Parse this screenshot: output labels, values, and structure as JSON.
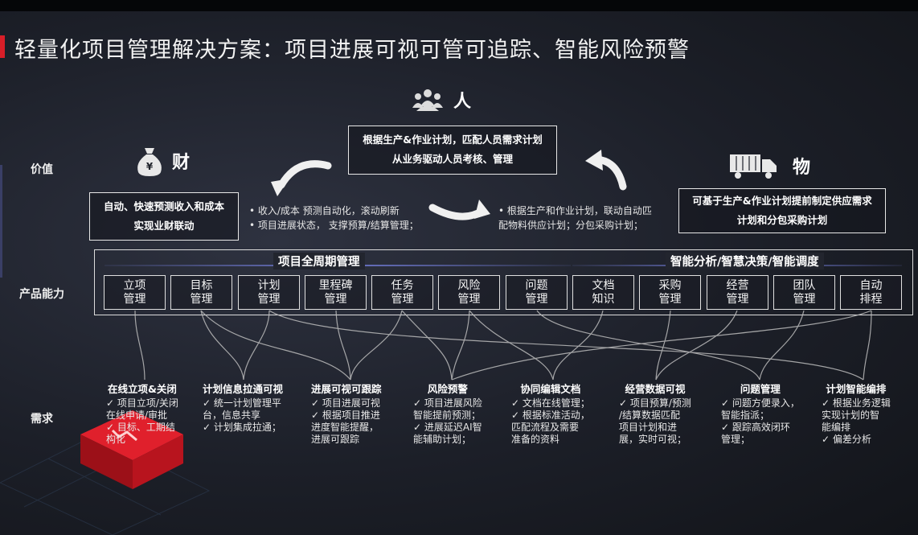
{
  "title": "轻量化项目管理解决方案：项目进展可视可管可追踪、智能风险预警",
  "row_labels": {
    "value": "价值",
    "capability": "产品能力",
    "needs": "需求"
  },
  "pillars": {
    "people": {
      "label": "人",
      "icon": "people-icon",
      "box_lines": [
        "根据生产&作业计划，匹配人员需求计划",
        "从业务驱动人员考核、管理"
      ]
    },
    "finance": {
      "label": "财",
      "icon": "money-bag-icon",
      "box_lines": [
        "自动、快速预测收入和成本",
        "实现业财联动"
      ],
      "bullets": [
        "•  收入/成本 预测自动化，滚动刷新",
        "•  项目进展状态， 支撑预算/结算管理；"
      ]
    },
    "materials": {
      "label": "物",
      "icon": "truck-icon",
      "box_lines": [
        "可基于生产&作业计划提前制定供应需求",
        "计划和分包采购计划"
      ],
      "bullets": [
        "•  根据生产和作业计划，联动自动匹",
        "    配物料供应计划；分包采购计划；"
      ]
    }
  },
  "sections": {
    "lifecycle": "项目全周期管理",
    "intelligence": "智能分析/智慧决策/智能调度"
  },
  "capabilities": [
    [
      "立项",
      "管理"
    ],
    [
      "目标",
      "管理"
    ],
    [
      "计划",
      "管理"
    ],
    [
      "里程碑",
      "管理"
    ],
    [
      "任务",
      "管理"
    ],
    [
      "风险",
      "管理"
    ],
    [
      "问题",
      "管理"
    ],
    [
      "文档",
      "知识"
    ],
    [
      "采购",
      "管理"
    ],
    [
      "经营",
      "管理"
    ],
    [
      "团队",
      "管理"
    ],
    [
      "自动",
      "排程"
    ]
  ],
  "needs": [
    {
      "title": "在线立项&关闭",
      "items": [
        "✓ 项目立项/关闭",
        "   在线申请/审批",
        "✓ 目标、工期结",
        "   构化"
      ]
    },
    {
      "title": "计划信息拉通可视",
      "items": [
        "✓ 统一计划管理平",
        "   台，信息共享",
        "✓ 计划集成拉通；"
      ]
    },
    {
      "title": "进展可视可跟踪",
      "items": [
        "✓ 项目进展可视",
        "✓ 根据项目推进",
        "   进度智能提醒，",
        "   进展可跟踪"
      ]
    },
    {
      "title": "风险预警",
      "items": [
        "✓ 项目进展风险",
        "   智能提前预测；",
        "✓ 进展延迟AI智",
        "   能辅助计划；"
      ]
    },
    {
      "title": "协同编辑文档",
      "items": [
        "✓ 文档在线管理；",
        "✓ 根据标准活动，",
        "   匹配流程及需要",
        "   准备的资料"
      ]
    },
    {
      "title": "经营数据可视",
      "items": [
        "✓ 项目预算/预测",
        "   /结算数据匹配",
        "   项目计划和进",
        "   展，实时可视；"
      ]
    },
    {
      "title": "问题管理",
      "items": [
        "✓ 问题方便录入，",
        "   智能指派；",
        "✓ 跟踪高效闭环",
        "   管理；"
      ]
    },
    {
      "title": "计划智能编排",
      "items": [
        "✓ 根据业务逻辑",
        "   实现计划的智",
        "   能编排",
        "✓ 偏差分析"
      ]
    }
  ],
  "colors": {
    "accent": "#d81e28",
    "line": "#c8c8c8",
    "section_line": "#6a74c8"
  }
}
